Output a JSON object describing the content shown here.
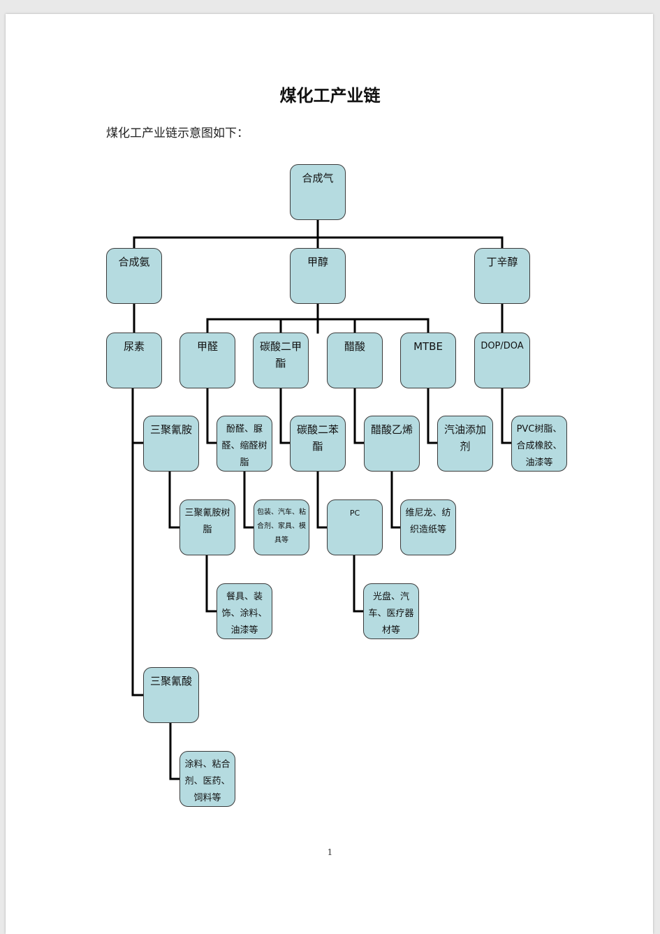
{
  "document": {
    "title": "煤化工产业链",
    "intro": "煤化工产业链示意图如下：",
    "page_number": "1"
  },
  "diagram": {
    "nodes": {
      "syngas": "合成气",
      "ammonia": "合成氨",
      "methanol": "甲醇",
      "octanol": "丁辛醇",
      "urea": "尿素",
      "formaldehyde": "甲醛",
      "dmc": "碳酸二甲酯",
      "acetic_acid": "醋酸",
      "mtbe": "MTBE",
      "dop_doa": "DOP/DOA",
      "melamine": "三聚氰胺",
      "resins": "酚醛、脲醛、缩醛树脂",
      "dpc": "碳酸二苯酯",
      "vac": "醋酸乙烯",
      "gasoline_additive": "汽油添加剂",
      "pvc_uses": "PVC树脂、合成橡胶、油漆等",
      "melamine_resin": "三聚氰胺树脂",
      "resin_uses": "包装、汽车、粘合剂、家具、模具等",
      "pc": "PC",
      "vac_uses": "维尼龙、纺织造纸等",
      "melamine_resin_uses": "餐具、装饰、涂料、油漆等",
      "pc_uses": "光盘、汽车、医疗器材等",
      "cyanuric_acid": "三聚氰酸",
      "cyanuric_uses": "涂料、粘合剂、医药、饲料等"
    }
  },
  "colors": {
    "node_fill": "#b5dbe0",
    "node_border": "#3a3a3a",
    "connector": "#000000"
  }
}
